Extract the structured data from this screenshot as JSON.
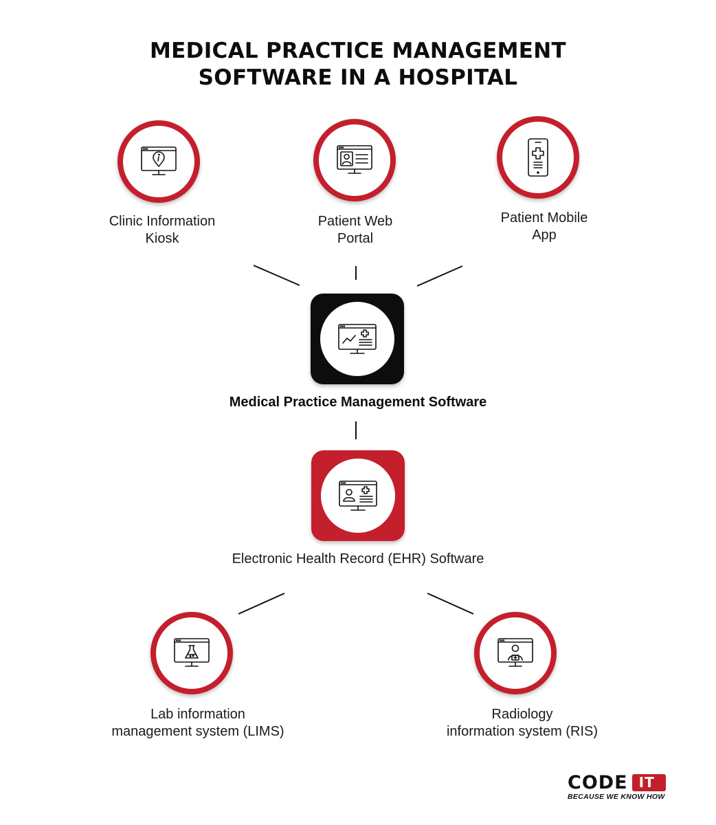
{
  "title": {
    "line1": "MEDICAL PRACTICE MANAGEMENT",
    "line2": "SOFTWARE IN A HOSPITAL"
  },
  "nodes": {
    "kiosk": {
      "line1": "Clinic Information",
      "line2": "Kiosk",
      "icon": "monitor-info-icon"
    },
    "web_portal": {
      "line1": "Patient Web",
      "line2": "Portal",
      "icon": "monitor-profile-icon"
    },
    "mobile_app": {
      "line1": "Patient Mobile",
      "line2": "App",
      "icon": "phone-medical-icon"
    },
    "mpm": {
      "label": "Medical Practice Management Software",
      "icon": "monitor-chart-icon"
    },
    "ehr": {
      "label": "Electronic Health Record (EHR) Software",
      "icon": "monitor-patient-record-icon"
    },
    "lims": {
      "line1": "Lab information",
      "line2": "management system (LIMS)",
      "icon": "monitor-flask-icon"
    },
    "ris": {
      "line1": "Radiology",
      "line2": "information system (RIS)",
      "icon": "monitor-doctor-icon"
    }
  },
  "logo": {
    "code": "CODE",
    "it": "IT",
    "tagline": "BECAUSE WE KNOW HOW"
  },
  "colors": {
    "accent": "#c41f2c",
    "dark": "#111111",
    "background": "#ffffff"
  }
}
